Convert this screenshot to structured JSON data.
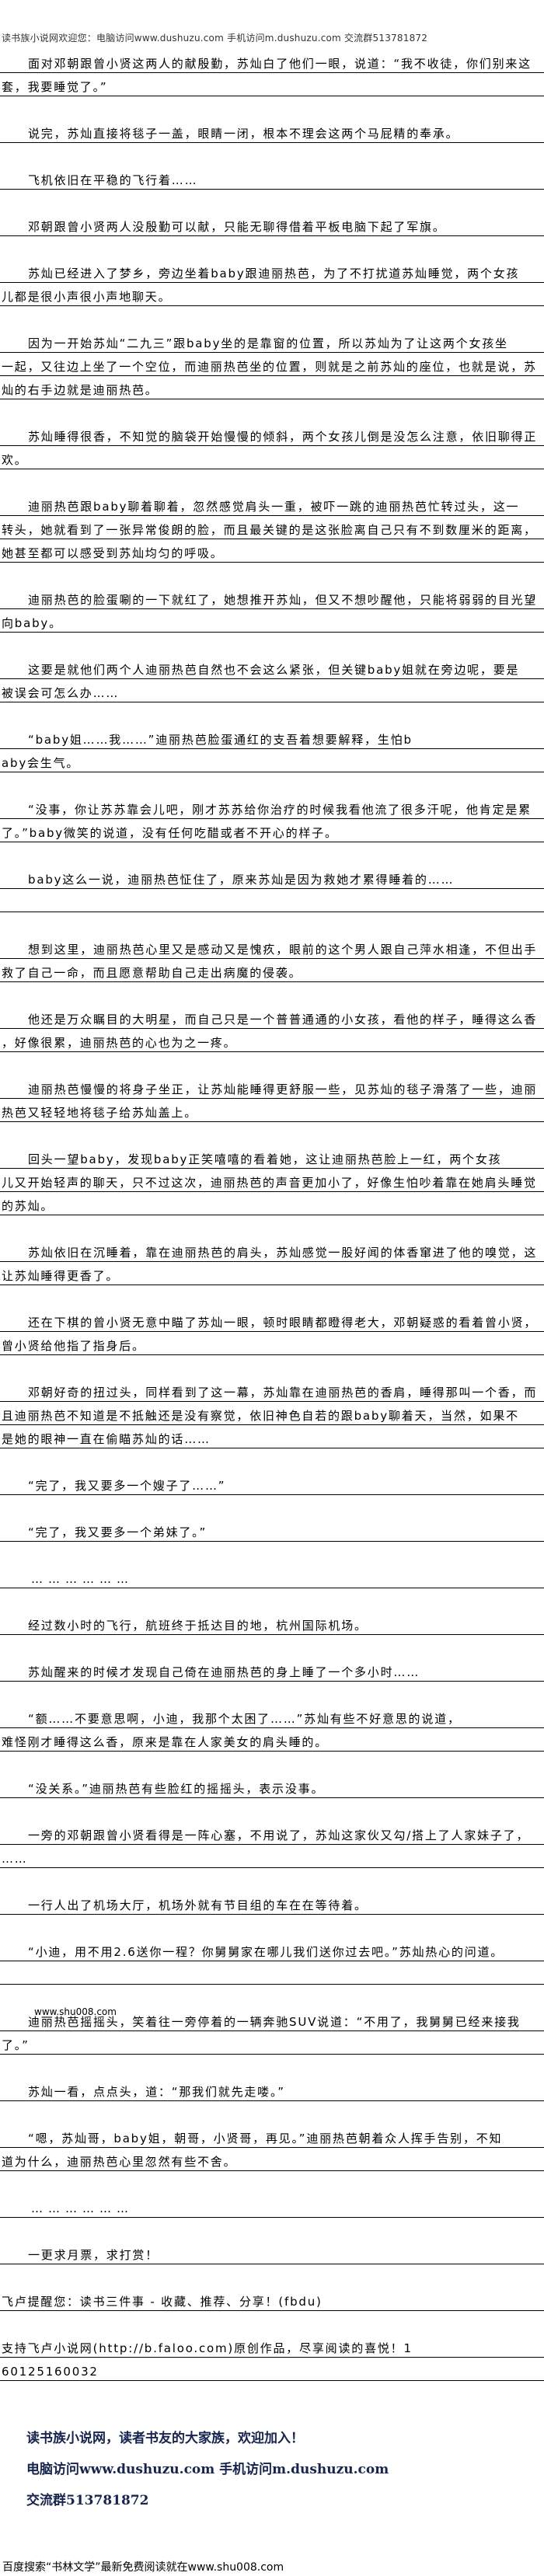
{
  "header": "读书族小说网欢迎您：电脑访问www.dushuzu.com 手机访问m.dushuzu.com 交流群513781872",
  "lines": [
    {
      "t": "面对邓朝跟曾小贤这两人的献殷勤，苏灿白了他们一眼，说道：“我不收徒，你们别来这",
      "i": 1
    },
    {
      "t": "套，我要睡觉了。”"
    },
    null,
    {
      "t": "说完，苏灿直接将毯子一盖，眼睛一闭，根本不理会这两个马屁精的奉承。",
      "i": 1
    },
    null,
    {
      "t": "飞机依旧在平稳的飞行着……",
      "i": 1
    },
    null,
    {
      "t": "邓朝跟曾小贤两人没殷勤可以献，只能无聊得借着平板电脑下起了军旗。",
      "i": 1
    },
    null,
    {
      "t": "苏灿已经进入了梦乡，旁边坐着baby跟迪丽热芭，为了不打扰道苏灿睡觉，两个女孩",
      "i": 1
    },
    {
      "t": "儿都是很小声很小声地聊天。"
    },
    null,
    {
      "t": "因为一开始苏灿“二九三”跟baby坐的是靠窗的位置，所以苏灿为了让这两个女孩坐",
      "i": 1
    },
    {
      "t": "一起，又往边上坐了一个空位，而迪丽热芭坐的位置，则就是之前苏灿的座位，也就是说，苏"
    },
    {
      "t": "灿的右手边就是迪丽热芭。"
    },
    null,
    {
      "t": "苏灿睡得很香，不知觉的脑袋开始慢慢的倾斜，两个女孩儿倒是没怎么注意，依旧聊得正",
      "i": 1
    },
    {
      "t": "欢。"
    },
    null,
    {
      "t": "迪丽热芭跟baby聊着聊着，忽然感觉肩头一重，被吓一跳的迪丽热芭忙转过头，这一",
      "i": 1
    },
    {
      "t": "转头，她就看到了一张异常俊朗的脸，而且最关键的是这张脸离自己只有不到数厘米的距离，"
    },
    {
      "t": "她甚至都可以感受到苏灿均匀的呼吸。"
    },
    null,
    {
      "t": "迪丽热芭的脸蛋唰的一下就红了，她想推开苏灿，但又不想吵醒他，只能将弱弱的目光望",
      "i": 1
    },
    {
      "t": "向baby。"
    },
    null,
    {
      "t": "这要是就他们两个人迪丽热芭自然也不会这么紧张，但关键baby姐就在旁边呢，要是",
      "i": 1
    },
    {
      "t": "被误会可怎么办……"
    },
    null,
    {
      "t": "“baby姐……我……”迪丽热芭脸蛋通红的支吾着想要解释，生怕b",
      "i": 1
    },
    {
      "t": "aby会生气。"
    },
    null,
    {
      "t": "“没事，你让苏苏靠会儿吧，刚才苏苏给你治疗的时候我看他流了很多汗呢，他肯定是累",
      "i": 1
    },
    {
      "t": "了。”baby微笑的说道，没有任何吃醋或者不开心的样子。"
    },
    null,
    {
      "t": "baby这么一说，迪丽热芭怔住了，原来苏灿是因为救她才累得睡着的……",
      "i": 1
    },
    {
      "t": ""
    },
    null,
    {
      "t": "想到这里，迪丽热芭心里又是感动又是愧疚，眼前的这个男人跟自己萍水相逢，不但出手",
      "i": 1
    },
    {
      "t": "救了自己一命，而且愿意帮助自己走出病魔的侵袭。"
    },
    null,
    {
      "t": "他还是万众瞩目的大明星，而自己只是一个普普通通的小女孩，看他的样子，睡得这么香",
      "i": 1
    },
    {
      "t": "，好像很累，迪丽热芭的心也为之一疼。"
    },
    null,
    {
      "t": "迪丽热芭慢慢的将身子坐正，让苏灿能睡得更舒服一些，见苏灿的毯子滑落了一些，迪丽",
      "i": 1
    },
    {
      "t": "热芭又轻轻地将毯子给苏灿盖上。"
    },
    null,
    {
      "t": "回头一望baby，发现baby正笑嘻嘻的看着她，这让迪丽热芭脸上一红，两个女孩",
      "i": 1
    },
    {
      "t": "儿又开始轻声的聊天，只不过这次，迪丽热芭的声音更加小了，好像生怕吵着靠在她肩头睡觉"
    },
    {
      "t": "的苏灿。"
    },
    null,
    {
      "t": "苏灿依旧在沉睡着，靠在迪丽热芭的肩头，苏灿感觉一股好闻的体香窜进了他的嗅觉，这",
      "i": 1
    },
    {
      "t": "让苏灿睡得更香了。"
    },
    null,
    {
      "t": "还在下棋的曾小贤无意中瞄了苏灿一眼，顿时眼睛都瞪得老大，邓朝疑惑的看着曾小贤，",
      "i": 1
    },
    {
      "t": "曾小贤给他指了指身后。"
    },
    null,
    {
      "t": "邓朝好奇的扭过头，同样看到了这一幕，苏灿靠在迪丽热芭的香肩，睡得那叫一个香，而",
      "i": 1
    },
    {
      "t": "且迪丽热芭不知道是不抵触还是没有察觉，依旧神色自若的跟baby聊着天，当然，如果不"
    },
    {
      "t": "是她的眼神一直在偷瞄苏灿的话……"
    },
    null,
    {
      "t": "“完了，我又要多一个嫂子了……”",
      "i": 1
    },
    null,
    {
      "t": "“完了，我又要多一个弟妹了。”",
      "i": 1
    },
    null,
    {
      "t": "………………",
      "d": 1
    },
    null,
    {
      "t": "经过数小时的飞行，航班终于抵达目的地，杭州国际机场。",
      "i": 1
    },
    null,
    {
      "t": "苏灿醒来的时候才发现自己倚在迪丽热芭的身上睡了一个多小时……",
      "i": 1
    },
    null,
    {
      "t": "“额……不要意思啊，小迪，我那个太困了……”苏灿有些不好意思的说道，",
      "i": 1
    },
    {
      "t": "难怪刚才睡得这么香，原来是靠在人家美女的肩头睡的。"
    },
    null,
    {
      "t": "“没关系。”迪丽热芭有些脸红的摇摇头，表示没事。",
      "i": 1
    },
    null,
    {
      "t": "一旁的邓朝跟曾小贤看得是一阵心塞，不用说了，苏灿这家伙又勾/搭上了人家妹子了，",
      "i": 1
    },
    {
      "t": "……"
    },
    null,
    {
      "t": "一行人出了机场大厅，机场外就有节目组的车在在等待着。",
      "i": 1
    },
    null,
    {
      "t": "“小迪，用不用2.6送你一程？你舅舅家在哪儿我们送你过去吧。”苏灿热心的问道。",
      "i": 1
    },
    {
      "t": ""
    },
    null,
    {
      "t": "迪丽热芭摇摇头，笑着往一旁停着的一辆奔驰SUV说道：“不用了，我舅舅已经来接我",
      "i": 1
    },
    {
      "t": "了。”"
    },
    null,
    {
      "t": "苏灿一看，点点头，道：“那我们就先走喽。”",
      "i": 1
    },
    null,
    {
      "t": "“嗯，苏灿哥，baby姐，朝哥，小贤哥，再见。”迪丽热芭朝着众人挥手告别，不知",
      "i": 1
    },
    {
      "t": "道为什么，迪丽热芭心里忽然有些不舍。"
    },
    null,
    {
      "t": "………………",
      "d": 1
    },
    null,
    {
      "t": "一更求月票，求打赏！",
      "i": 1
    },
    null,
    {
      "t": "飞卢提醒您：读书三件事 - 收藏、推荐、分享！(fbdu)"
    },
    null,
    {
      "t": "支持飞卢小说网(http://b.faloo.com)原创作品，尽享阅读的喜悦！1"
    },
    {
      "t": "60125160032"
    }
  ],
  "watermark": "www.shu008.com",
  "footer": {
    "slogan": "读书族小说网，读者书友的大家族，欢迎加入！",
    "access": "电脑访问www.dushuzu.com 手机访问m.dushuzu.com",
    "group": "交流群513781872"
  },
  "bottom": "百度搜索“书林文学”最新免费阅读就在www.shu008.com"
}
